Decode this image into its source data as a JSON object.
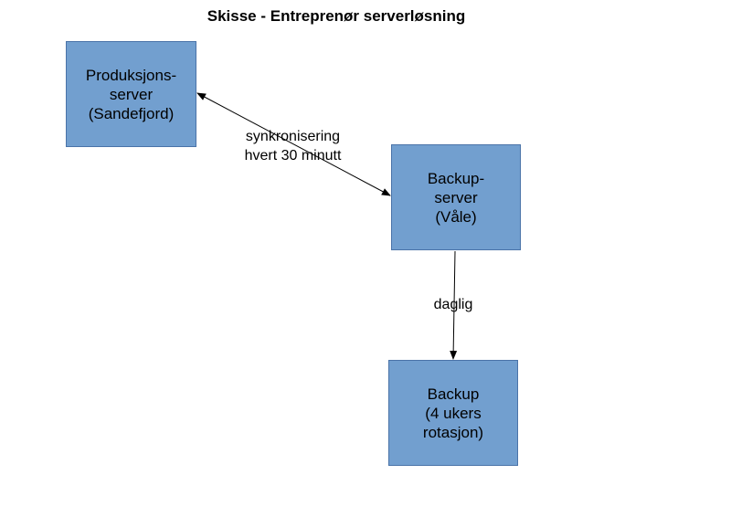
{
  "title": "Skisse - Entreprenør serverløsning",
  "colors": {
    "node_fill": "#729fcf",
    "node_border": "#4a73a8",
    "edge": "#000000"
  },
  "nodes": [
    {
      "id": "prod",
      "lines": [
        "Produksjons-",
        "server",
        "(Sandefjord)"
      ]
    },
    {
      "id": "backup-server",
      "lines": [
        "Backup-",
        "server",
        "(Våle)"
      ]
    },
    {
      "id": "backup",
      "lines": [
        "Backup",
        "(4 ukers",
        "rotasjon)"
      ]
    }
  ],
  "edges": [
    {
      "from": "prod",
      "to": "backup-server",
      "direction": "both",
      "label_lines": [
        "synkronisering",
        "hvert 30 minutt"
      ]
    },
    {
      "from": "backup-server",
      "to": "backup",
      "direction": "forward",
      "label_lines": [
        "daglig"
      ]
    }
  ]
}
